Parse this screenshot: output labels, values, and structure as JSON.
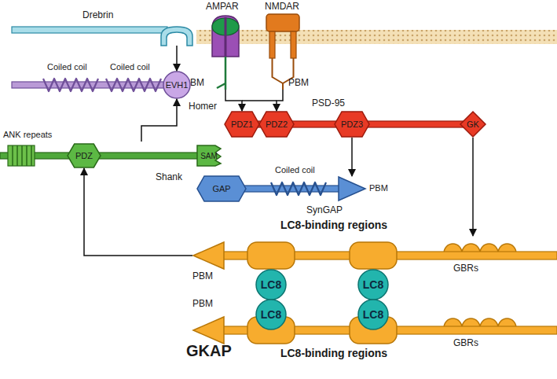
{
  "diagram": {
    "nodes": [
      {
        "text": [
          "Drebrin"
        ]
      },
      {
        "text": [
          "AMPAR",
          "PBM"
        ]
      },
      {
        "text": [
          "NMDAR",
          "PBM"
        ]
      },
      {
        "text": [
          "Coiled coil",
          "Coiled coil",
          "Homer"
        ]
      },
      {
        "text": [
          "EVH1"
        ],
        "in": 3
      },
      {
        "text": [
          "ANK repeats",
          "Shank"
        ]
      },
      {
        "text": [
          "PDZ"
        ],
        "in": 5
      },
      {
        "text": [
          "SAM"
        ],
        "in": 5
      },
      {
        "text": [
          "PSD-95"
        ]
      },
      {
        "text": [
          "PDZ1"
        ],
        "in": 8
      },
      {
        "text": [
          "PDZ2"
        ],
        "in": 8
      },
      {
        "text": [
          "PDZ3"
        ],
        "in": 8
      },
      {
        "text": [
          "GK"
        ],
        "in": 8
      },
      {
        "text": [
          "Coiled coil",
          "SynGAP"
        ]
      },
      {
        "text": [
          "GAP"
        ],
        "in": 13
      },
      {
        "text": [
          "PBM"
        ],
        "in": 13
      },
      {
        "text": [
          "LC8-binding regions",
          "PBM",
          "GBRs"
        ]
      },
      {
        "text": [
          "LC8"
        ]
      },
      {
        "text": [
          "LC8"
        ]
      },
      {
        "text": [
          "LC8"
        ]
      },
      {
        "text": [
          "LC8"
        ]
      },
      {
        "text": [
          "PBM",
          "GBRs",
          "GKAP",
          "LC8-binding regions"
        ]
      }
    ],
    "edges": [
      {
        "from": 0,
        "to": 4,
        "arrow": "to"
      },
      {
        "from": 5,
        "to": 4,
        "arrow": "to"
      },
      {
        "from": 1,
        "to": 9,
        "arrow": "to"
      },
      {
        "from": 2,
        "to": 10,
        "arrow": "to"
      },
      {
        "from": 11,
        "to": 15,
        "arrow": "to"
      },
      {
        "from": 12,
        "to": 16,
        "arrow": "to"
      },
      {
        "from": 16,
        "to": 6,
        "arrow": "to"
      }
    ]
  }
}
